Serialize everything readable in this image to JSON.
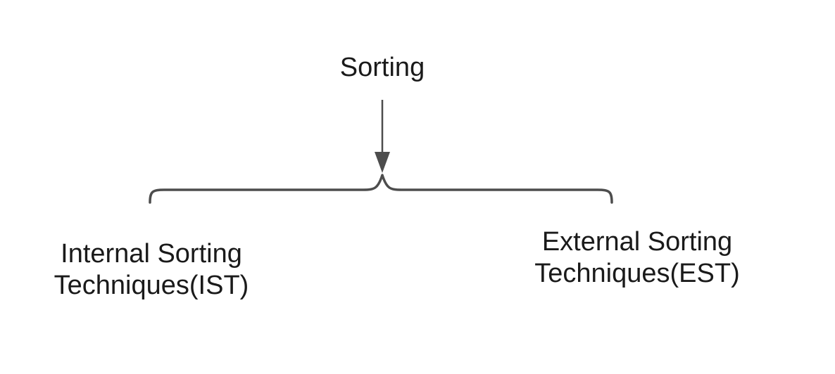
{
  "diagram": {
    "title": "Sorting",
    "root": {
      "label": "Sorting"
    },
    "connectors": {
      "arrow": "down-arrow from root to brace",
      "brace": "upward curly brace spanning both branches"
    },
    "branches": [
      {
        "id": "IST",
        "label": "Internal Sorting Techniques(IST)",
        "line1": "Internal Sorting",
        "line2": "Techniques(IST)"
      },
      {
        "id": "EST",
        "label": "External Sorting Techniques(EST)",
        "line1": "External Sorting",
        "line2": "Techniques(EST)"
      }
    ],
    "colors": {
      "background": "#ffffff",
      "text": "#1a1a1a",
      "stroke": "#4d4d4d"
    }
  }
}
